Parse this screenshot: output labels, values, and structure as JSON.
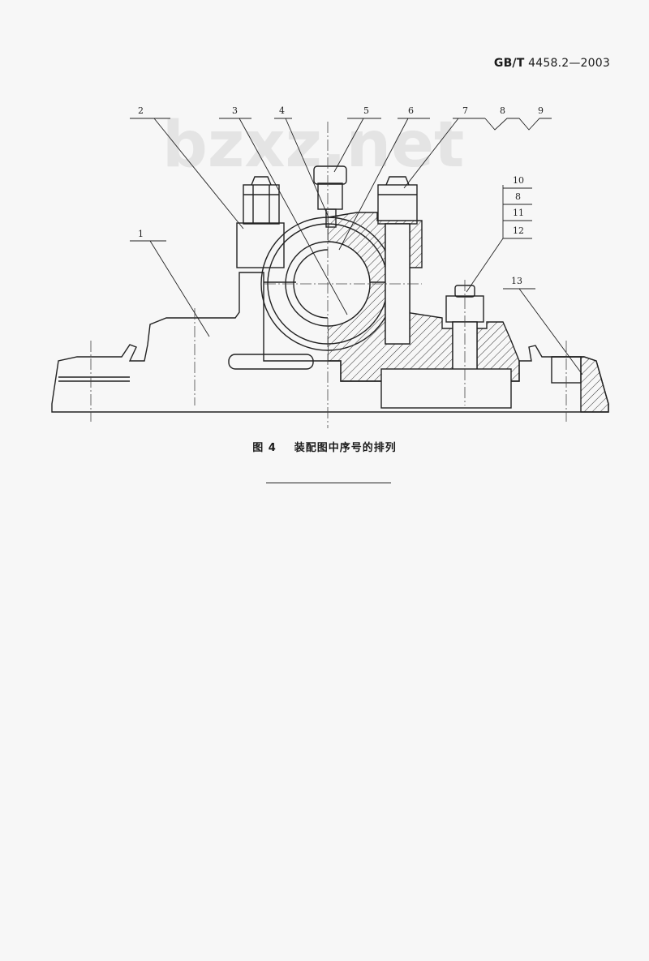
{
  "header": {
    "standard_prefix": "GB/T",
    "standard_number": "4458.2—2003"
  },
  "figure": {
    "watermark": "bzxz.net",
    "callouts": [
      "1",
      "2",
      "3",
      "4",
      "5",
      "6",
      "7",
      "8",
      "9",
      "10",
      "8",
      "11",
      "12",
      "13"
    ],
    "caption_number": "图 4",
    "caption_title": "装配图中序号的排列"
  },
  "colors": {
    "paper": "#f7f7f7",
    "ink": "#1a1a1a",
    "watermark": "#dedede"
  }
}
